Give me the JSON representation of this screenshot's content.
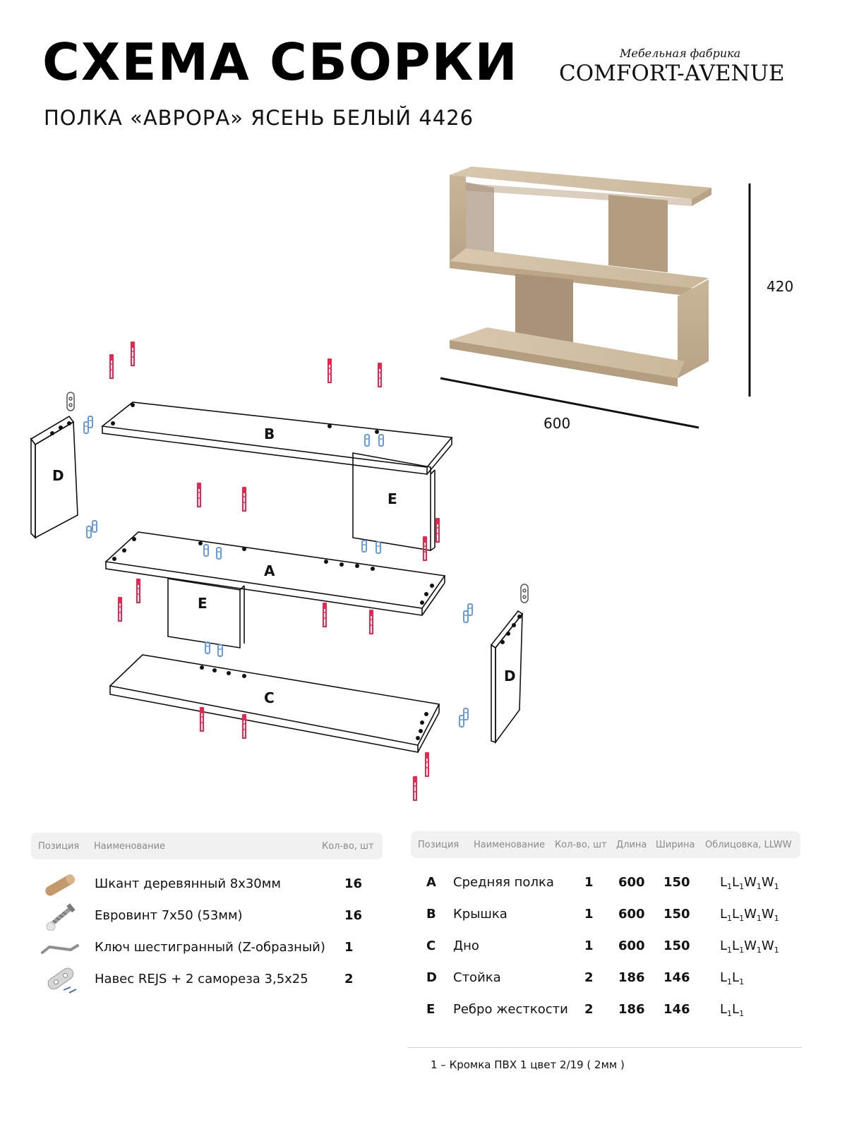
{
  "header": {
    "title": "СХЕМА СБОРКИ",
    "subtitle": "ПОЛКА «АВРОРА» ЯСЕНЬ БЕЛЫЙ 4426",
    "brand_small": "Мебельная фабрика",
    "brand_big": "COMFORT-AVENUE"
  },
  "dimensions": {
    "height": "420",
    "width": "600"
  },
  "diagram": {
    "labels": {
      "b": "B",
      "a": "A",
      "c": "C",
      "d_left": "D",
      "d_right": "D",
      "e_top": "E",
      "e_mid": "E"
    },
    "colors": {
      "screw": "#e8264f",
      "dowel": "#6b9ad8",
      "line": "#111111",
      "wood": "#c8b49a"
    }
  },
  "fittings": {
    "headers": {
      "position": "Позиция",
      "name": "Наименование",
      "qty": "Кол-во, шт"
    },
    "rows": [
      {
        "icon": "wooden-dowel-icon",
        "name": "Шкант деревянный 8x30мм",
        "qty": "16"
      },
      {
        "icon": "euroscrew-icon",
        "name": "Евровинт 7x50 (53мм)",
        "qty": "16"
      },
      {
        "icon": "hex-key-icon",
        "name": "Ключ шестигранный (Z-образный)",
        "qty": "1"
      },
      {
        "icon": "hanger-icon",
        "name": "Навес REJS + 2 самореза 3,5x25",
        "qty": "2"
      }
    ]
  },
  "parts": {
    "headers": {
      "position": "Позиция",
      "name": "Наименование",
      "qty": "Кол-во, шт",
      "length": "Длина",
      "width": "Ширина",
      "edge": "Облицовка, LLWW"
    },
    "rows": [
      {
        "pos": "A",
        "name": "Средняя полка",
        "qty": "1",
        "length": "600",
        "width": "150",
        "edge": "L1L1W1W1"
      },
      {
        "pos": "B",
        "name": "Крышка",
        "qty": "1",
        "length": "600",
        "width": "150",
        "edge": "L1L1W1W1"
      },
      {
        "pos": "C",
        "name": "Дно",
        "qty": "1",
        "length": "600",
        "width": "150",
        "edge": "L1L1W1W1"
      },
      {
        "pos": "D",
        "name": "Стойка",
        "qty": "2",
        "length": "186",
        "width": "146",
        "edge": "L1L1"
      },
      {
        "pos": "E",
        "name": "Ребро жесткости",
        "qty": "2",
        "length": "186",
        "width": "146",
        "edge": "L1L1"
      }
    ],
    "footnote": "1 – Кромка ПВХ 1 цвет 2/19 ( 2мм )"
  }
}
